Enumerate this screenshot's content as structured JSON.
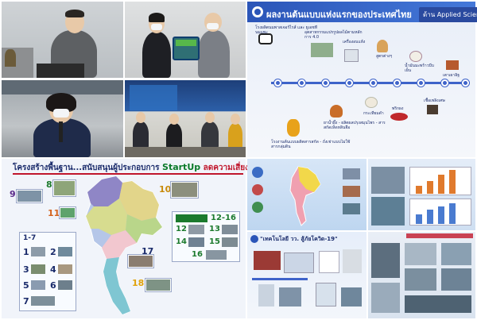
{
  "map_panel": {
    "title_prefix": "โครงสร้างพื้นฐาน...สนับสนุนผู้ประกอบการ",
    "title_startup": "StartUp",
    "title_suffix": "ลดความเสี่ยงทางธุรกิจ",
    "numbers": [
      "9",
      "8",
      "10",
      "11",
      "12-16",
      "12",
      "13",
      "14",
      "15",
      "16",
      "17",
      "18",
      "1-7",
      "1",
      "2",
      "3",
      "4",
      "5",
      "6",
      "7"
    ]
  },
  "timeline_panel": {
    "title": "ผลงานต้นแบบแห่งแรกของประเทศไทย",
    "badge": "ด้าน Applied Science",
    "labels_top": [
      "โรงผลิตนมพาสเจอร์ไรส์ และ ยูเอชทีนมแพะ",
      "อุตสาหกรรมแปรรูปผลไม้ตามหลักการ 4.0",
      "เครื่องอบแห้ง",
      "สูตรต่างๆ",
      "น้ำมันมะพร้าวบีบเย็น",
      "เตาเผาอิฐ"
    ],
    "labels_bottom": [
      "โรงงานต้นแบบผลิตสารสกัด - ถั่งเช่าแบบไม่ใช้สารกลุ่มดิน",
      "ยาน้ำผึ้ง - ผลิตผลปรุงสมุนไพร - สารสกัดเห็ดหลินจือ",
      "กระเทียมดำ",
      "พริกผง",
      "เชื้อเพลิงเศษ"
    ]
  },
  "covid_panel": {
    "title": "\"เทคโนโลยี วว. สู้ภัยโควิด-19\""
  }
}
